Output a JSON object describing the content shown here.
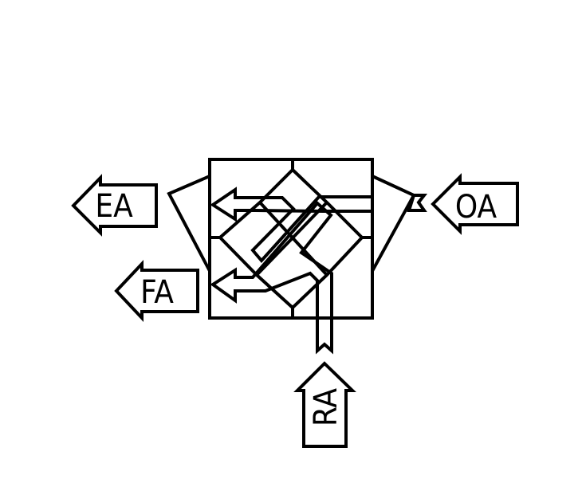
{
  "diagram": {
    "labels": {
      "exhaust_air": "EA",
      "fresh_air": "FA",
      "outdoor_air": "OA",
      "return_air": "RA"
    },
    "colors": {
      "stroke": "#000000",
      "background": "#ffffff"
    }
  }
}
